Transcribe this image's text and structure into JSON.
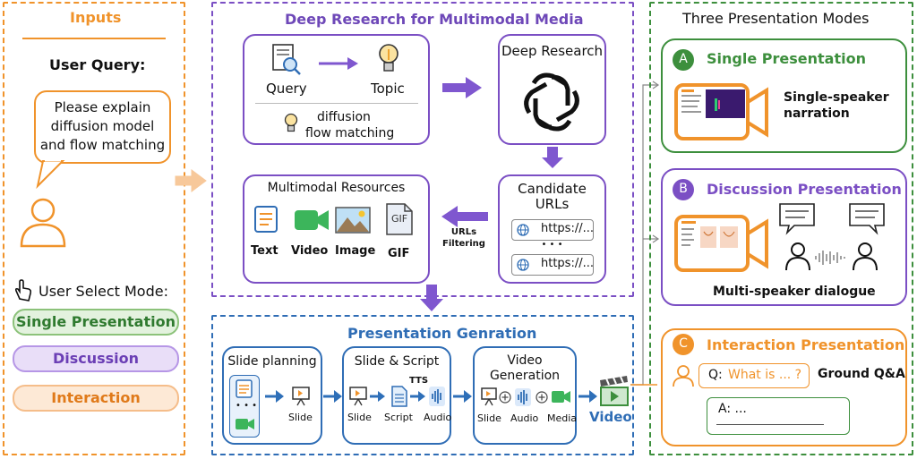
{
  "inputs": {
    "title": "Inputs",
    "user_query_label": "User Query:",
    "query_bubble": [
      "Please explain",
      "diffusion model",
      "and flow matching"
    ],
    "select_mode_label": "User Select Mode:",
    "modes": [
      "Single Presentation",
      "Discussion",
      "Interaction"
    ]
  },
  "deep_research": {
    "title": "Deep Research for Multimodal Media",
    "query_label": "Query",
    "topic_label": "Topic",
    "topic_lines": [
      "diffusion",
      "flow matching"
    ],
    "deep_research_label": "Deep Research",
    "candidate_label": [
      "Candidate",
      "URLs"
    ],
    "url_text": "https://...",
    "url_dots": "• • •",
    "urls_filtering": [
      "URLs",
      "Filtering"
    ],
    "multimodal_title": "Multimodal Resources",
    "resource_labels": [
      "Text",
      "Video",
      "Image",
      "GIF"
    ],
    "gif_icon_text": "GIF"
  },
  "presentation_generation": {
    "title": "Presentation Genration",
    "slide_planning": "Slide planning",
    "slide_label": "Slide",
    "slide_script_title": "Slide & Script",
    "tts_label": "TTS",
    "ss_labels": [
      "Slide",
      "Script",
      "Audio"
    ],
    "video_generation_title": [
      "Video",
      "Generation"
    ],
    "vg_labels": [
      "Slide",
      "Audio",
      "Media"
    ],
    "video_output": "Video"
  },
  "modes_panel": {
    "title": "Three Presentation Modes",
    "single": {
      "letter": "A",
      "title": "Single Presentation",
      "desc": [
        "Single-speaker",
        "narration"
      ]
    },
    "discussion": {
      "letter": "B",
      "title": "Discussion Presentation",
      "desc": "Multi-speaker dialogue"
    },
    "interaction": {
      "letter": "C",
      "title": "Interaction Presentation",
      "q_prefix": "Q: ",
      "q_text": "What is ... ?",
      "ground": "Ground Q&A",
      "answer": "A: ..."
    }
  },
  "colors": {
    "orange": "#f0932b",
    "purple": "#7b4fc4",
    "blue": "#2f6db5",
    "green": "#3d8f3d",
    "arrow_purple": "#7f57cf",
    "arrow_blue": "#2e6fb8",
    "pill_green_bg": "#e3f2de",
    "pill_purple_bg": "#e9def8",
    "pill_orange_bg": "#fde9d6"
  }
}
